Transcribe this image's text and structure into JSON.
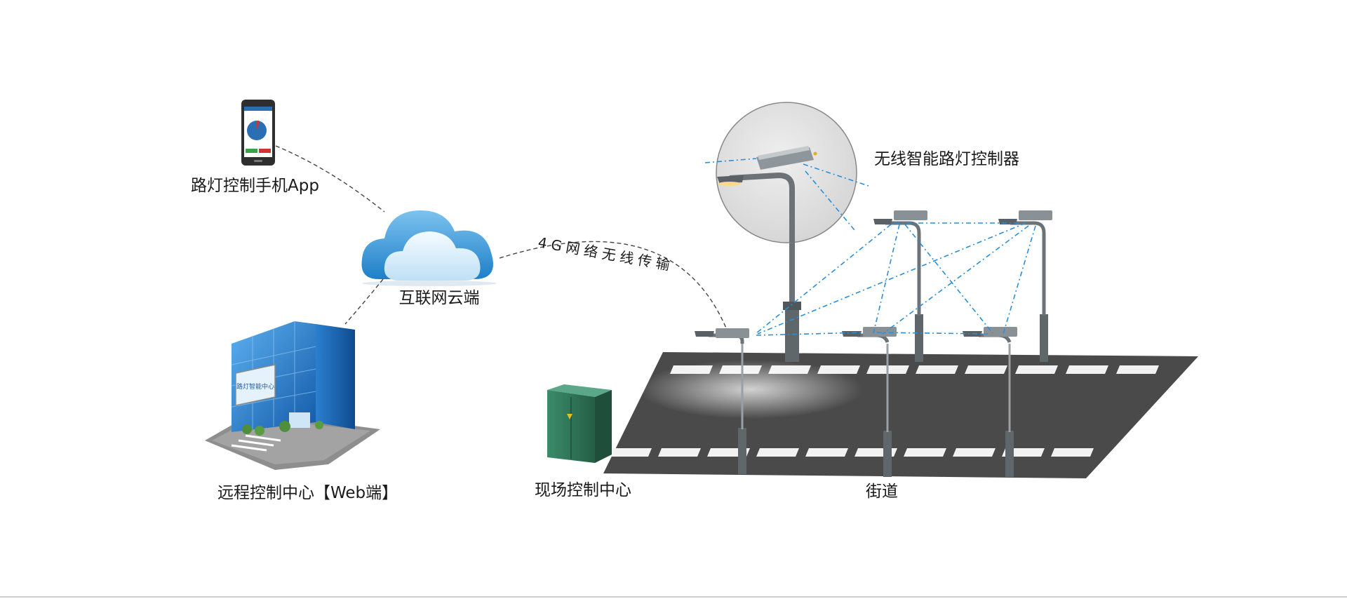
{
  "labels": {
    "phone_app": "路灯控制手机App",
    "cloud": "互联网云端",
    "link": "4G网络无线传输",
    "controller": "无线智能路灯控制器",
    "remote_center": "远程控制中心【Web端】",
    "site_center": "现场控制中心",
    "street": "街道",
    "building_sign": "路灯智能中心"
  },
  "colors": {
    "road": "#4a4a4a",
    "cloud_light": "#e2f1fb",
    "cloud_blue": "#2f8fd3",
    "building_glass": "#1f6fc4",
    "cabinet": "#2f7a5a",
    "wireless_link": "#2b8fd8",
    "pole": "#6b7378"
  },
  "icons": {
    "phone": "smartphone-icon",
    "cloud": "cloud-icon",
    "building": "office-building-icon",
    "cabinet": "control-cabinet-icon",
    "lamp": "street-lamp-icon",
    "controller": "controller-device-icon"
  }
}
